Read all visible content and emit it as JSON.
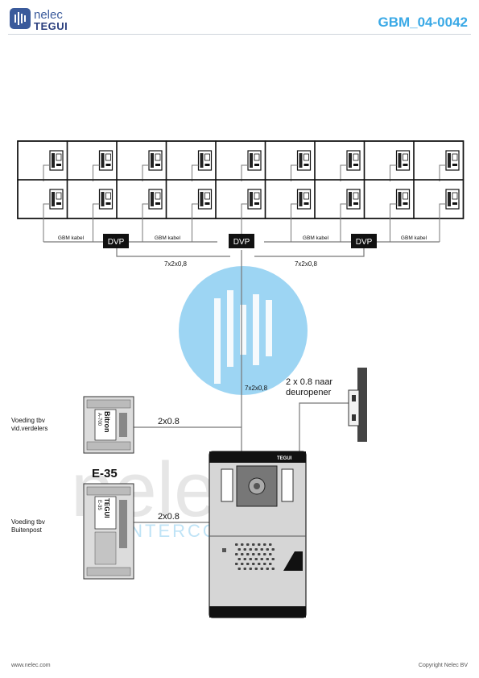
{
  "header": {
    "brand_name": "nelec",
    "brand_sub": "TEGUI",
    "doc_code": "GBM_04-0042"
  },
  "diagram": {
    "cable_gbm_left": "GBM kabel",
    "cable_gbm_midleft": "GBM kabel",
    "cable_gbm_midright": "GBM kabel",
    "cable_gbm_right": "GBM kabel",
    "distributor_left": "DVP",
    "distributor_center": "DVP",
    "distributor_right": "DVP",
    "trunk_left": "7x2x0,8",
    "trunk_right": "7x2x0,8",
    "riser": "7x2x0,8",
    "door_cable_line1": "2 x 0.8 naar",
    "door_cable_line2": "deuropener",
    "psu1_label_line1": "Voeding tbv",
    "psu1_label_line2": "vid.verdelers",
    "psu1_brand": "Bitron",
    "psu1_model": "A-700",
    "psu1_cable": "2x0.8",
    "psu2_heading": "E-35",
    "psu2_label_line1": "Voeding tbv",
    "psu2_label_line2": "Buitenpost",
    "psu2_brand": "TEGUI",
    "psu2_model": "E-35",
    "psu2_cable": "2x0.8",
    "panel_brand": "TEGUI",
    "watermark_word": "nelec",
    "watermark_tagline": "INTERCOM EASY"
  },
  "grid": {
    "columns": 9,
    "rows": 2
  },
  "colors": {
    "brand_blue": "#3aa9e6",
    "logo_navy": "#2b3f7e",
    "line_gray": "#777777"
  },
  "footer": {
    "website": "www.nelec.com",
    "copyright": "Copyright Nelec BV"
  }
}
